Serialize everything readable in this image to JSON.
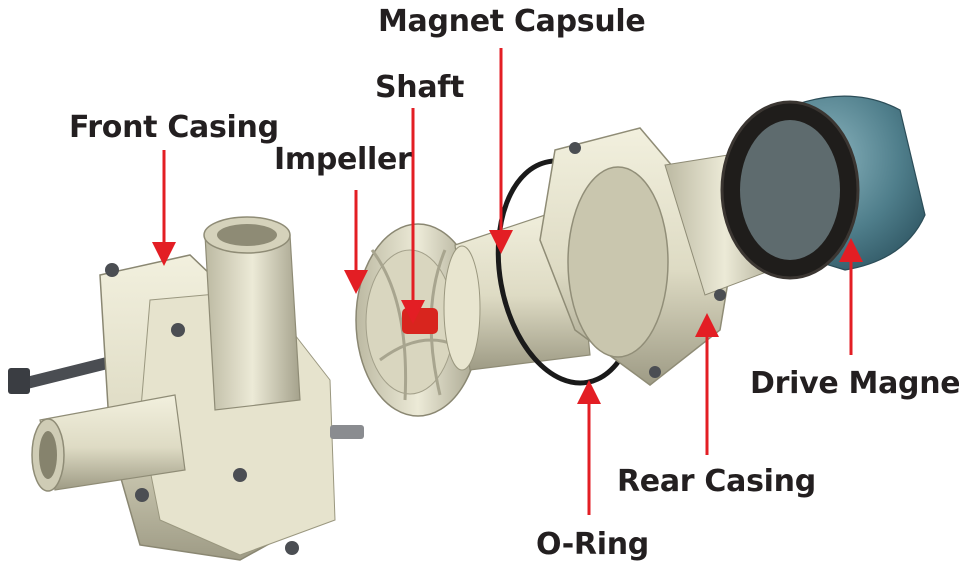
{
  "labels": {
    "magnet_capsule": "Magnet Capsule",
    "shaft": "Shaft",
    "front_casing": "Front Casing",
    "impeller": "Impeller",
    "drive_magnet": "Drive Magnet",
    "rear_casing": "Rear Casing",
    "o_ring": "O-Ring"
  },
  "colors": {
    "arrow": "#e31e24",
    "label_text": "#231f20",
    "part_body": "#e2dfc9",
    "part_shadow": "#a9a690",
    "drive_magnet": "#5a8a96",
    "o_ring": "#1a1a1a"
  }
}
